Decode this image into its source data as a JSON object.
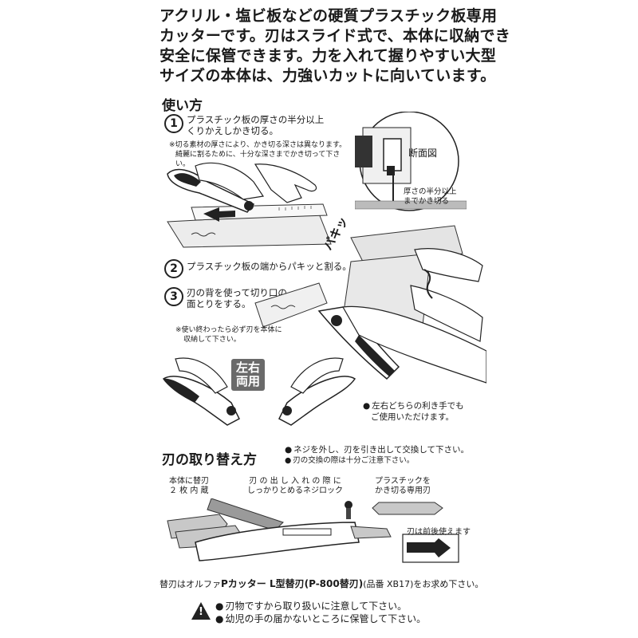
{
  "intro": [
    "アクリル・塩ビ板などの硬質プラスチック板専用",
    "カッターです。刃はスライド式で、本体に収納でき",
    "安全に保管できます。力を入れて握りやすい大型",
    "サイズの本体は、力強いカットに向いています。"
  ],
  "usage": {
    "heading": "使い方",
    "step1": {
      "num": "1",
      "lines": [
        "プラスチック板の厚さの半分以上",
        "くりかえしかき切る。"
      ],
      "notes": [
        "※切る素材の厚さにより、かき切る深さは異なります。",
        "綺麗に割るために、十分な深さまでかき切って下さい。"
      ]
    },
    "section_label": "断面図",
    "section_note": [
      "厚さの半分以上",
      "までかき切る"
    ],
    "sfx": "パキッ",
    "step2": {
      "num": "2",
      "text": "プラスチック板の端からパキッと割る。"
    },
    "step3": {
      "num": "3",
      "lines": [
        "刃の背を使って切り口の",
        "面とりをする。"
      ]
    },
    "step3_note": [
      "※使い終わったら必ず刃を本体に",
      "収納して下さい。"
    ],
    "badge": [
      "左右",
      "両用"
    ],
    "lr_note": [
      "左右どちらの利き手でも",
      "ご使用いただけます。"
    ]
  },
  "replace": {
    "heading": "刃の取り替え方",
    "bullet1": "ネジを外し、刃を引き出して交換して下さい。",
    "bullet2": "刃の交換の際は十分ご注意下さい。",
    "label_spare": [
      "本体に替刃",
      "２ 枚 内 蔵"
    ],
    "label_lock": [
      "刃 の 出 し 入 れ の 際 に",
      "しっかりとめるネジロック"
    ],
    "label_blade": [
      "プラスチックを",
      "かき切る専用刃"
    ],
    "label_both": "刃は前後使えます"
  },
  "footer": {
    "prefix": "替刃はオルファ",
    "product": "Pカッター L型替刃(P-800替刃)",
    "suffix": "(品番 XB17)をお求め下さい。"
  },
  "warnings": {
    "icon": "warning-icon",
    "lines": [
      "刃物ですから取り扱いに注意して下さい。",
      "幼児の手の届かないところに保管して下さい。"
    ]
  },
  "colors": {
    "ink": "#1a1a1a",
    "badge": "#6a6a6a",
    "gray": "#b8b8b8"
  }
}
